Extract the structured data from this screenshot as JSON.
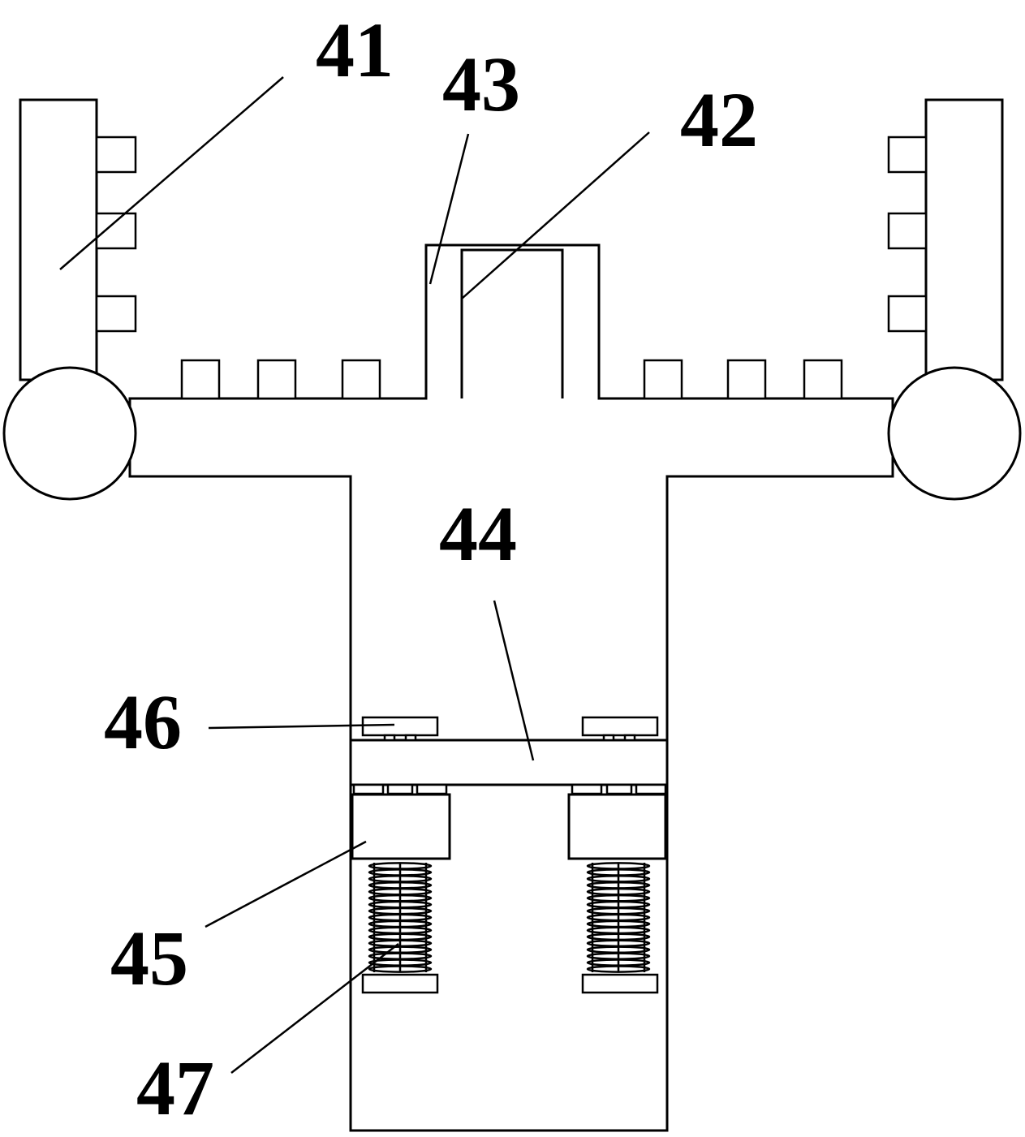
{
  "labels": {
    "l41": "41",
    "l42": "42",
    "l43": "43",
    "l44": "44",
    "l45": "45",
    "l46": "46",
    "l47": "47"
  },
  "colors": {
    "line": "#000000",
    "background": "#ffffff"
  }
}
